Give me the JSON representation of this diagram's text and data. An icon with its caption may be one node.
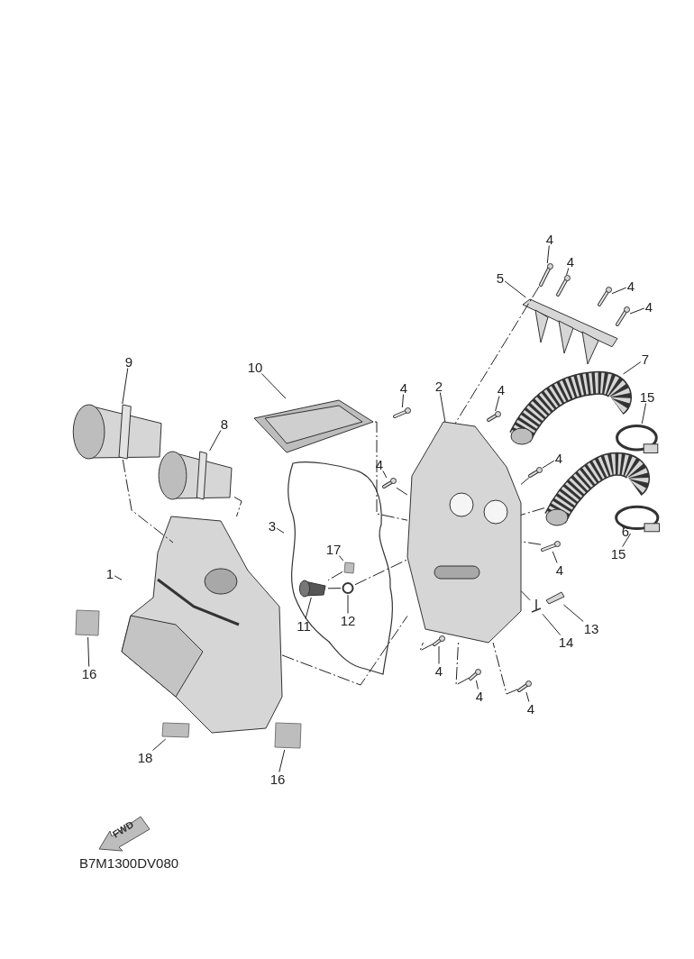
{
  "diagram": {
    "nodes": [
      {
        "text": [
          "4"
        ]
      },
      {
        "text": [
          "4"
        ]
      },
      {
        "text": [
          "4"
        ]
      },
      {
        "text": [
          "4"
        ]
      },
      {
        "text": [
          "5"
        ]
      },
      {
        "text": [
          "9"
        ]
      },
      {
        "text": [
          "10"
        ]
      },
      {
        "text": [
          "2"
        ]
      },
      {
        "text": [
          "4"
        ]
      },
      {
        "text": [
          "4"
        ]
      },
      {
        "text": [
          "7"
        ]
      },
      {
        "text": [
          "15"
        ]
      },
      {
        "text": [
          "8"
        ]
      },
      {
        "text": [
          "4"
        ]
      },
      {
        "text": [
          "4"
        ]
      },
      {
        "text": [
          "3"
        ]
      },
      {
        "text": [
          "6"
        ]
      },
      {
        "text": [
          "15"
        ]
      },
      {
        "text": [
          "17"
        ],
        "in": 46
      },
      {
        "text": [
          "4"
        ]
      },
      {
        "text": [
          "1"
        ]
      },
      {
        "text": [
          "11"
        ],
        "in": 46
      },
      {
        "text": [
          "12"
        ],
        "in": 46
      },
      {
        "text": [
          "13"
        ]
      },
      {
        "text": [
          "14"
        ]
      },
      {
        "text": [
          "16"
        ]
      },
      {
        "text": [
          "4"
        ]
      },
      {
        "text": [
          "4"
        ]
      },
      {
        "text": [
          "4"
        ]
      },
      {
        "text": [
          "18"
        ]
      },
      {
        "text": [
          "16"
        ]
      },
      {
        "text": [],
        "shape": "picture"
      },
      {
        "text": [],
        "shape": "picture"
      },
      {
        "text": [],
        "shape": "picture"
      },
      {
        "text": [],
        "shape": "picture"
      },
      {
        "text": [],
        "shape": "picture"
      },
      {
        "text": [],
        "shape": "cylinder"
      },
      {
        "text": [],
        "shape": "picture"
      },
      {
        "text": [],
        "shape": "picture"
      },
      {
        "text": [],
        "shape": "picture"
      },
      {
        "text": [],
        "shape": "picture"
      },
      {
        "text": [],
        "shape": "picture"
      },
      {
        "text": [],
        "shape": "ring"
      },
      {
        "text": [],
        "shape": "cylinder"
      },
      {
        "text": [],
        "shape": "picture"
      },
      {
        "text": [],
        "shape": "picture"
      },
      {
        "text": [],
        "shape": "picture"
      },
      {
        "text": [],
        "shape": "picture"
      },
      {
        "text": [],
        "shape": "ring"
      },
      {
        "text": [],
        "shape": "box",
        "in": 46
      },
      {
        "text": [],
        "shape": "picture"
      },
      {
        "text": [],
        "shape": "picture"
      },
      {
        "text": [],
        "shape": "cylinder",
        "in": 46
      },
      {
        "text": [],
        "shape": "circle",
        "in": 46
      },
      {
        "text": [],
        "shape": "picture"
      },
      {
        "text": [],
        "shape": "picture"
      },
      {
        "text": [],
        "shape": "box"
      },
      {
        "text": [],
        "shape": "picture"
      },
      {
        "text": [],
        "shape": "picture"
      },
      {
        "text": [],
        "shape": "picture"
      },
      {
        "text": [],
        "shape": "box"
      },
      {
        "text": [],
        "shape": "box"
      }
    ],
    "edges": [
      {
        "from": 0,
        "to": 31,
        "arrow": "none"
      },
      {
        "from": 1,
        "to": 32,
        "arrow": "none"
      },
      {
        "from": 2,
        "to": 33,
        "arrow": "none"
      },
      {
        "from": 3,
        "to": 34,
        "arrow": "none"
      },
      {
        "from": 4,
        "to": 35,
        "arrow": "none"
      },
      {
        "from": 5,
        "to": 36,
        "arrow": "none"
      },
      {
        "from": 6,
        "to": 37,
        "arrow": "none"
      },
      {
        "from": 7,
        "to": 38,
        "arrow": "none"
      },
      {
        "from": 8,
        "to": 39,
        "arrow": "none"
      },
      {
        "from": 9,
        "to": 40,
        "arrow": "none"
      },
      {
        "from": 10,
        "to": 41,
        "arrow": "none"
      },
      {
        "from": 11,
        "to": 42,
        "arrow": "none"
      },
      {
        "from": 12,
        "to": 43,
        "arrow": "none"
      },
      {
        "from": 13,
        "to": 44,
        "arrow": "none"
      },
      {
        "from": 14,
        "to": 45,
        "arrow": "none"
      },
      {
        "from": 15,
        "to": 46,
        "arrow": "none"
      },
      {
        "from": 16,
        "to": 47,
        "arrow": "none"
      },
      {
        "from": 17,
        "to": 48,
        "arrow": "none"
      },
      {
        "from": 18,
        "to": 49,
        "arrow": "none"
      },
      {
        "from": 19,
        "to": 50,
        "arrow": "none"
      },
      {
        "from": 20,
        "to": 51,
        "arrow": "none"
      },
      {
        "from": 21,
        "to": 52,
        "arrow": "none"
      },
      {
        "from": 22,
        "to": 53,
        "arrow": "none"
      },
      {
        "from": 23,
        "to": 54,
        "arrow": "none"
      },
      {
        "from": 24,
        "to": 55,
        "arrow": "none"
      },
      {
        "from": 25,
        "to": 56,
        "arrow": "none"
      },
      {
        "from": 26,
        "to": 57,
        "arrow": "none"
      },
      {
        "from": 27,
        "to": 58,
        "arrow": "none"
      },
      {
        "from": 28,
        "to": 59,
        "arrow": "none"
      },
      {
        "from": 29,
        "to": 60,
        "arrow": "none"
      },
      {
        "from": 30,
        "to": 61,
        "arrow": "none"
      },
      {
        "from": 36,
        "to": 51,
        "arrow": "none",
        "style": "dashed"
      },
      {
        "from": 43,
        "to": 51,
        "arrow": "none",
        "style": "dashed"
      },
      {
        "from": 37,
        "to": 38,
        "arrow": "none",
        "style": "dashed"
      },
      {
        "from": 31,
        "to": 38,
        "arrow": "none",
        "style": "dashed"
      },
      {
        "from": 44,
        "to": 38,
        "arrow": "none",
        "style": "dashed"
      },
      {
        "from": 45,
        "to": 38,
        "arrow": "none",
        "style": "dashed"
      },
      {
        "from": 47,
        "to": 38,
        "arrow": "none",
        "style": "dashed"
      },
      {
        "from": 50,
        "to": 38,
        "arrow": "none",
        "style": "dashed"
      },
      {
        "from": 49,
        "to": 52,
        "arrow": "none",
        "style": "dashed"
      },
      {
        "from": 52,
        "to": 53,
        "arrow": "none"
      },
      {
        "from": 53,
        "to": 38,
        "arrow": "none",
        "style": "dashed"
      },
      {
        "from": 55,
        "to": 38,
        "arrow": "none",
        "style": "dashed"
      },
      {
        "from": 51,
        "to": 38,
        "arrow": "none",
        "style": "dashed"
      },
      {
        "from": 57,
        "to": 38,
        "arrow": "none",
        "style": "dashed"
      },
      {
        "from": 58,
        "to": 38,
        "arrow": "none",
        "style": "dashed"
      },
      {
        "from": 59,
        "to": 38,
        "arrow": "none",
        "style": "dashed"
      }
    ],
    "labels": [
      "FWD",
      "B7M1300DV080"
    ]
  }
}
